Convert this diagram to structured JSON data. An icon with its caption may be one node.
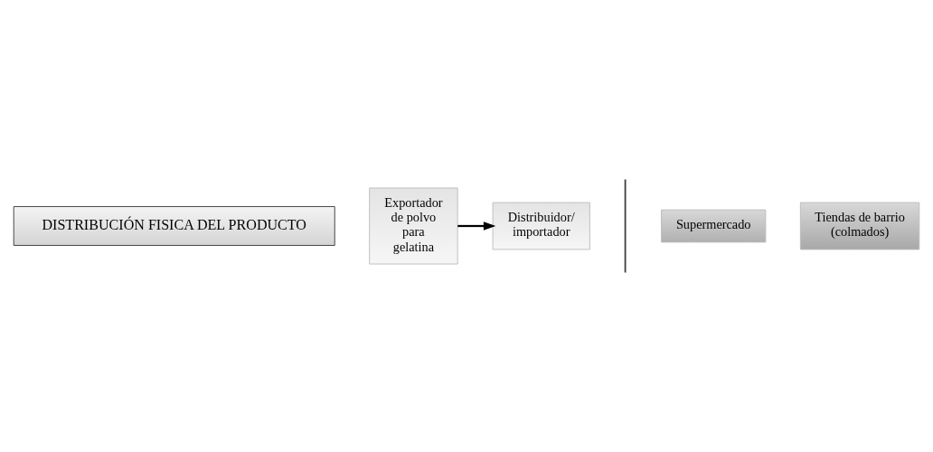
{
  "diagram": {
    "nodes": [
      {
        "text": [
          "DISTRIBUCIÓN FISICA DEL PRODUCTO"
        ]
      },
      {
        "text": [
          "Exportador de polvo para gelatina"
        ]
      },
      {
        "text": [
          "Distribuidor/ importador"
        ]
      },
      {
        "text": [],
        "shape": "bar"
      },
      {
        "text": [
          "Supermercado"
        ]
      },
      {
        "text": [
          "Tiendas de barrio (colmados)"
        ]
      }
    ],
    "edges": [
      {
        "from": 1,
        "to": 2,
        "arrow": "to"
      }
    ]
  }
}
